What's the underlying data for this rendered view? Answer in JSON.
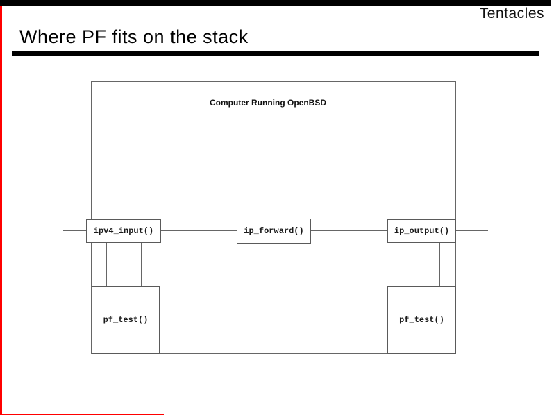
{
  "header": {
    "brand": "Tentacles",
    "title": "Where PF fits on the stack"
  },
  "diagram": {
    "computer_label": "Computer Running OpenBSD",
    "boxes": {
      "ipv4_input": "ipv4_input()",
      "ip_forward": "ip_forward()",
      "ip_output": "ip_output()",
      "pf_test_left": "pf_test()",
      "pf_test_right": "pf_test()"
    }
  },
  "colors": {
    "border_red": "#ff0000",
    "top_bar_black": "#000000",
    "diagram_line": "#666666"
  }
}
